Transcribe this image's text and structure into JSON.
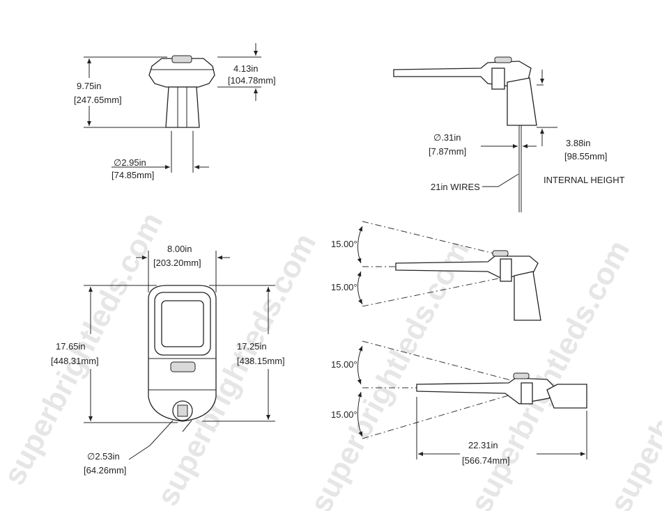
{
  "watermark": "superbrightleds.com",
  "top_view": {
    "height_in": "9.75in",
    "height_mm": "[247.65mm]",
    "head_in": "4.13in",
    "head_mm": "[104.78mm]",
    "dia_in": "∅2.95in",
    "dia_mm": "[74.85mm]"
  },
  "side_view": {
    "wire_dia_in": "∅.31in",
    "wire_dia_mm": "[7.87mm]",
    "internal_in": "3.88in",
    "internal_mm": "[98.55mm]",
    "internal_label": "INTERNAL HEIGHT",
    "wires_label": "21in WIRES"
  },
  "front_view": {
    "width_in": "8.00in",
    "width_mm": "[203.20mm]",
    "len_in": "17.65in",
    "len_mm": "[448.31mm]",
    "len2_in": "17.25in",
    "len2_mm": "[438.15mm]",
    "dia_in": "∅2.53in",
    "dia_mm": "[64.26mm]"
  },
  "tilt_view_1": {
    "up": "15.00°",
    "down": "15.00°"
  },
  "tilt_view_2": {
    "up": "15.00°",
    "down": "15.00°",
    "length_in": "22.31in",
    "length_mm": "[566.74mm]"
  }
}
